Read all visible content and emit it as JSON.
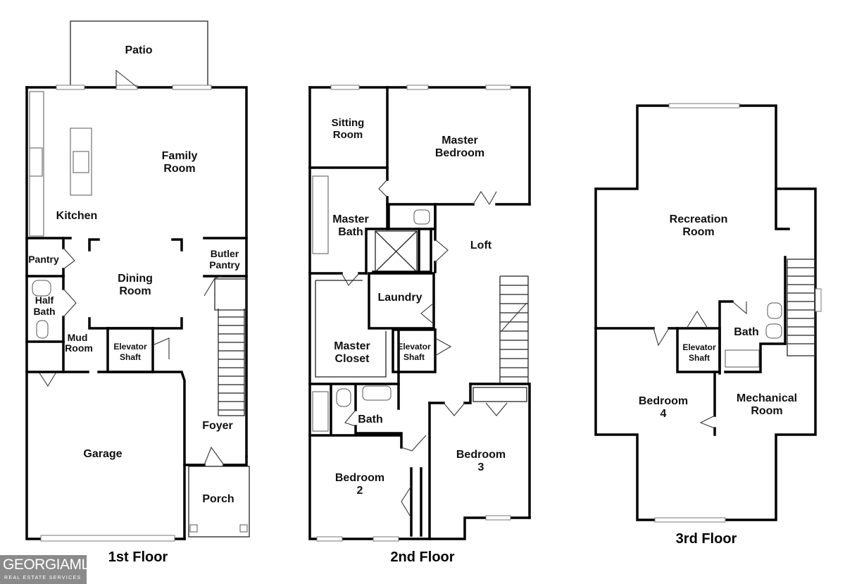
{
  "logo": {
    "main": "GEORGIAMLS",
    "sub": "REAL ESTATE SERVICES"
  },
  "floors": [
    {
      "name": "1st Floor",
      "rooms": [
        "Patio",
        "Family Room",
        "Kitchen",
        "Pantry",
        "Dining Room",
        "Butler Pantry",
        "Half Bath",
        "Mud Room",
        "Elevator Shaft",
        "Foyer",
        "Garage",
        "Porch"
      ]
    },
    {
      "name": "2nd Floor",
      "rooms": [
        "Sitting Room",
        "Master Bedroom",
        "Master Bath",
        "Loft",
        "Laundry",
        "Master Closet",
        "Elevator Shaft",
        "Bath",
        "Bedroom 2",
        "Bedroom 3"
      ]
    },
    {
      "name": "3rd Floor",
      "rooms": [
        "Recreation Room",
        "Elevator Shaft",
        "Bath",
        "Bedroom 4",
        "Mechanical Room"
      ]
    }
  ],
  "labels": {
    "f1": {
      "patio": "Patio",
      "family_1": "Family",
      "family_2": "Room",
      "kitchen": "Kitchen",
      "pantry": "Pantry",
      "dining_1": "Dining",
      "dining_2": "Room",
      "butler_1": "Butler",
      "butler_2": "Pantry",
      "halfbath_1": "Half",
      "halfbath_2": "Bath",
      "mud_1": "Mud",
      "mud_2": "Room",
      "elev_1": "Elevator",
      "elev_2": "Shaft",
      "foyer": "Foyer",
      "garage": "Garage",
      "porch": "Porch",
      "title": "1st Floor"
    },
    "f2": {
      "sitting_1": "Sitting",
      "sitting_2": "Room",
      "master_1": "Master",
      "master_2": "Bedroom",
      "mbath_1": "Master",
      "mbath_2": "Bath",
      "loft": "Loft",
      "laundry": "Laundry",
      "closet_1": "Master",
      "closet_2": "Closet",
      "elev_1": "Elevator",
      "elev_2": "Shaft",
      "bath": "Bath",
      "bed2_1": "Bedroom",
      "bed2_2": "2",
      "bed3_1": "Bedroom",
      "bed3_2": "3",
      "title": "2nd Floor"
    },
    "f3": {
      "rec_1": "Recreation",
      "rec_2": "Room",
      "elev_1": "Elevator",
      "elev_2": "Shaft",
      "bath": "Bath",
      "bed4_1": "Bedroom",
      "bed4_2": "4",
      "mech_1": "Mechanical",
      "mech_2": "Room",
      "title": "3rd Floor"
    }
  }
}
